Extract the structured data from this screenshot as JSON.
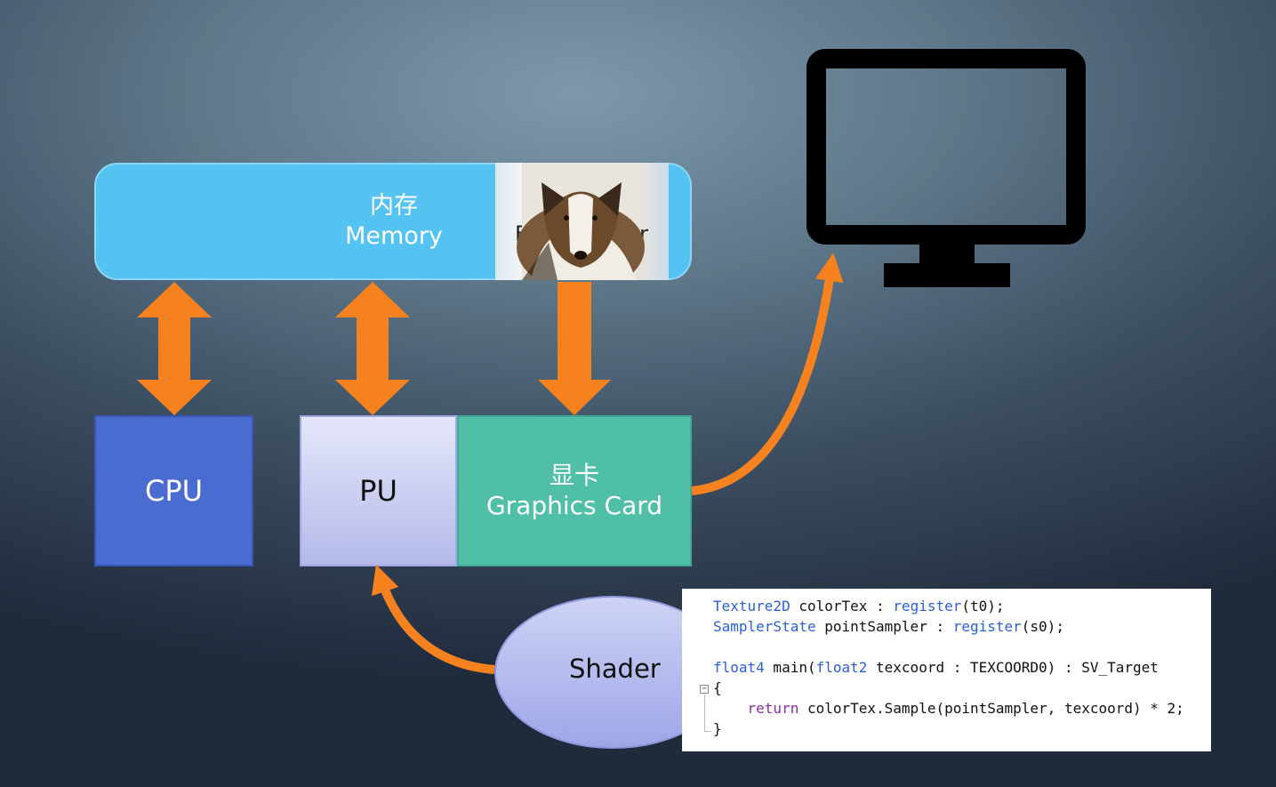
{
  "memory": {
    "label_zh": "内存",
    "label_en": "Memory"
  },
  "photo": {
    "partial_text_left": "F",
    "partial_text_right": "er"
  },
  "cpu": {
    "label": "CPU"
  },
  "pu": {
    "label": "PU"
  },
  "graphics_card": {
    "label_zh": "显卡",
    "label_en": "Graphics Card"
  },
  "shader": {
    "label": "Shader"
  },
  "colors": {
    "memory": "#55c3f2",
    "cpu": "#4a6bd0",
    "pu": "#c9cdf2",
    "graphics_card": "#4fbfa8",
    "arrow": "#f5821f",
    "monitor": "#000000"
  },
  "icons": {
    "display": "monitor-icon",
    "photo": "dog-photo"
  },
  "code": {
    "lines": [
      [
        {
          "t": "Texture2D",
          "c": "kw"
        },
        {
          "t": " colorTex : "
        },
        {
          "t": "register",
          "c": "kw"
        },
        {
          "t": "(t0);"
        }
      ],
      [
        {
          "t": "SamplerState",
          "c": "kw"
        },
        {
          "t": " pointSampler : "
        },
        {
          "t": "register",
          "c": "kw"
        },
        {
          "t": "(s0);"
        }
      ],
      [
        {
          "t": ""
        }
      ],
      [
        {
          "t": "float4",
          "c": "kw"
        },
        {
          "t": " main("
        },
        {
          "t": "float2",
          "c": "kw"
        },
        {
          "t": " texcoord : TEXCOORD0) : SV_Target"
        }
      ],
      [
        {
          "t": "{"
        }
      ],
      [
        {
          "t": "    "
        },
        {
          "t": "return",
          "c": "kw2"
        },
        {
          "t": " colorTex.Sample(pointSampler, texcoord) * 2;"
        }
      ],
      [
        {
          "t": "}"
        }
      ]
    ]
  }
}
